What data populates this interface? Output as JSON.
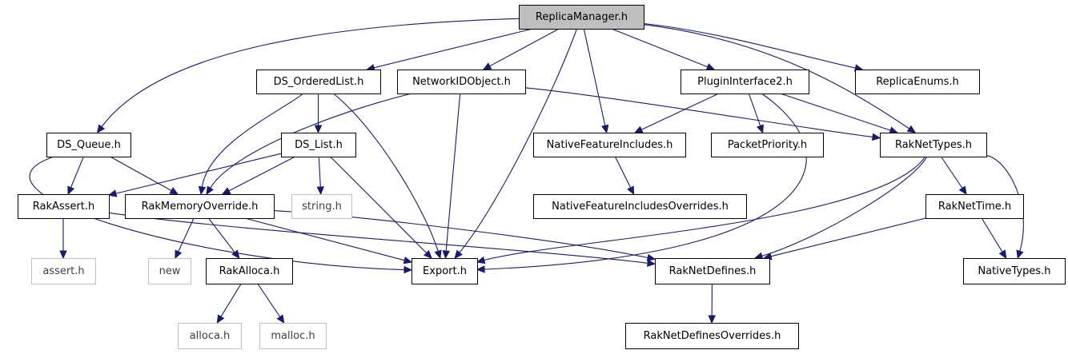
{
  "colors": {
    "edge": "#191970",
    "root_fill": "#bfbfbf",
    "border": "#000000",
    "external_border": "#bfbfbf"
  },
  "nodes": [
    {
      "id": "replicamanager",
      "label": "ReplicaManager.h",
      "kind": "root"
    },
    {
      "id": "ds_orderedlist",
      "label": "DS_OrderedList.h",
      "kind": "internal"
    },
    {
      "id": "networkidobject",
      "label": "NetworkIDObject.h",
      "kind": "internal"
    },
    {
      "id": "plugininterface2",
      "label": "PluginInterface2.h",
      "kind": "internal"
    },
    {
      "id": "replicaenums",
      "label": "ReplicaEnums.h",
      "kind": "internal"
    },
    {
      "id": "ds_queue",
      "label": "DS_Queue.h",
      "kind": "internal"
    },
    {
      "id": "ds_list",
      "label": "DS_List.h",
      "kind": "internal"
    },
    {
      "id": "nativefeatureincludes",
      "label": "NativeFeatureIncludes.h",
      "kind": "internal"
    },
    {
      "id": "packetpriority",
      "label": "PacketPriority.h",
      "kind": "internal"
    },
    {
      "id": "raknettypes",
      "label": "RakNetTypes.h",
      "kind": "internal"
    },
    {
      "id": "rakassert",
      "label": "RakAssert.h",
      "kind": "internal"
    },
    {
      "id": "rakmemoryoverride",
      "label": "RakMemoryOverride.h",
      "kind": "internal"
    },
    {
      "id": "string",
      "label": "string.h",
      "kind": "external"
    },
    {
      "id": "nativefeatureincludesoverrides",
      "label": "NativeFeatureIncludesOverrides.h",
      "kind": "internal"
    },
    {
      "id": "raknettime",
      "label": "RakNetTime.h",
      "kind": "internal"
    },
    {
      "id": "assert",
      "label": "assert.h",
      "kind": "external"
    },
    {
      "id": "new",
      "label": "new",
      "kind": "external"
    },
    {
      "id": "rakalloca",
      "label": "RakAlloca.h",
      "kind": "internal"
    },
    {
      "id": "export",
      "label": "Export.h",
      "kind": "internal"
    },
    {
      "id": "raknetdefines",
      "label": "RakNetDefines.h",
      "kind": "internal"
    },
    {
      "id": "nativetypes",
      "label": "NativeTypes.h",
      "kind": "internal"
    },
    {
      "id": "alloca",
      "label": "alloca.h",
      "kind": "external"
    },
    {
      "id": "malloc",
      "label": "malloc.h",
      "kind": "external"
    },
    {
      "id": "raknetdefinesoverrides",
      "label": "RakNetDefinesOverrides.h",
      "kind": "internal"
    }
  ],
  "edges": [
    {
      "from": "replicamanager",
      "to": "ds_orderedlist"
    },
    {
      "from": "replicamanager",
      "to": "networkidobject"
    },
    {
      "from": "replicamanager",
      "to": "plugininterface2"
    },
    {
      "from": "replicamanager",
      "to": "replicaenums"
    },
    {
      "from": "replicamanager",
      "to": "ds_queue"
    },
    {
      "from": "replicamanager",
      "to": "export"
    },
    {
      "from": "replicamanager",
      "to": "nativefeatureincludes"
    },
    {
      "from": "replicamanager",
      "to": "raknettypes"
    },
    {
      "from": "ds_orderedlist",
      "to": "ds_list"
    },
    {
      "from": "ds_orderedlist",
      "to": "rakmemoryoverride"
    },
    {
      "from": "ds_orderedlist",
      "to": "export"
    },
    {
      "from": "networkidobject",
      "to": "rakmemoryoverride"
    },
    {
      "from": "networkidobject",
      "to": "export"
    },
    {
      "from": "networkidobject",
      "to": "raknettypes"
    },
    {
      "from": "plugininterface2",
      "to": "nativefeatureincludes"
    },
    {
      "from": "plugininterface2",
      "to": "packetpriority"
    },
    {
      "from": "plugininterface2",
      "to": "raknettypes"
    },
    {
      "from": "plugininterface2",
      "to": "export"
    },
    {
      "from": "ds_queue",
      "to": "rakassert"
    },
    {
      "from": "ds_queue",
      "to": "rakmemoryoverride"
    },
    {
      "from": "ds_queue",
      "to": "export"
    },
    {
      "from": "ds_list",
      "to": "rakassert"
    },
    {
      "from": "ds_list",
      "to": "rakmemoryoverride"
    },
    {
      "from": "ds_list",
      "to": "string"
    },
    {
      "from": "ds_list",
      "to": "export"
    },
    {
      "from": "nativefeatureincludes",
      "to": "nativefeatureincludesoverrides"
    },
    {
      "from": "raknettypes",
      "to": "raknettime"
    },
    {
      "from": "raknettypes",
      "to": "nativetypes"
    },
    {
      "from": "raknettypes",
      "to": "export"
    },
    {
      "from": "raknettypes",
      "to": "raknetdefines"
    },
    {
      "from": "rakassert",
      "to": "assert"
    },
    {
      "from": "rakassert",
      "to": "raknetdefines"
    },
    {
      "from": "rakmemoryoverride",
      "to": "new"
    },
    {
      "from": "rakmemoryoverride",
      "to": "rakalloca"
    },
    {
      "from": "rakmemoryoverride",
      "to": "export"
    },
    {
      "from": "rakmemoryoverride",
      "to": "raknetdefines"
    },
    {
      "from": "raknettime",
      "to": "nativetypes"
    },
    {
      "from": "raknettime",
      "to": "raknetdefines"
    },
    {
      "from": "rakalloca",
      "to": "alloca"
    },
    {
      "from": "rakalloca",
      "to": "malloc"
    },
    {
      "from": "raknetdefines",
      "to": "raknetdefinesoverrides"
    }
  ]
}
